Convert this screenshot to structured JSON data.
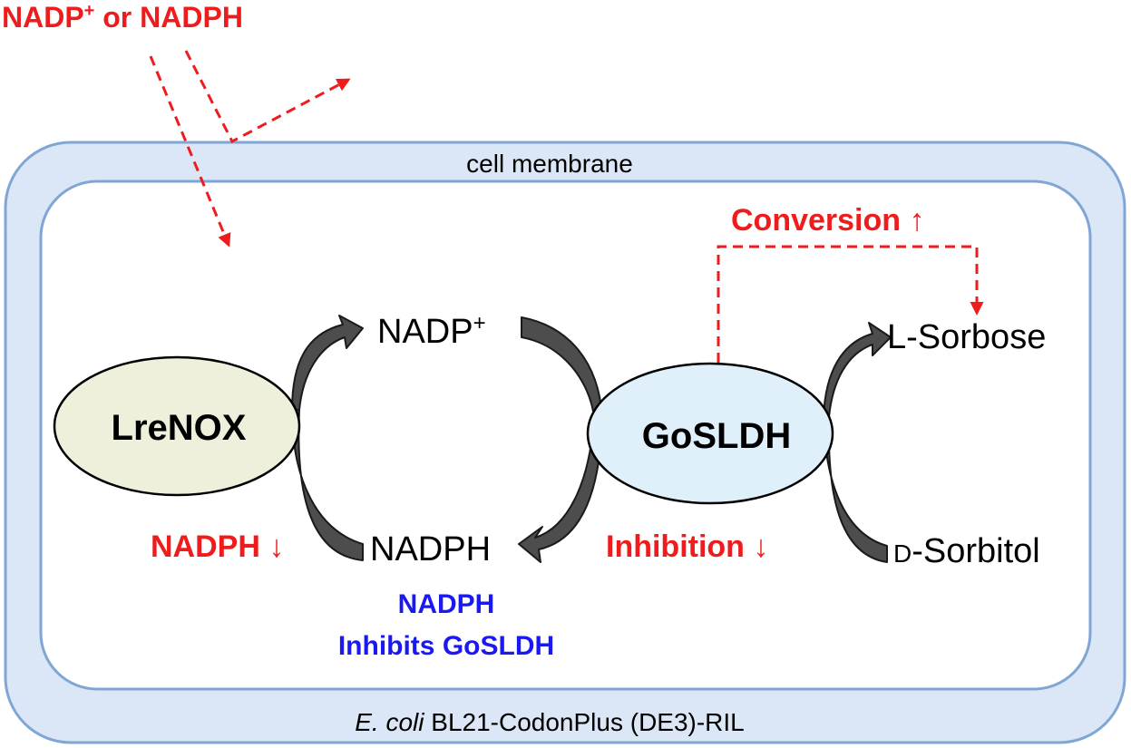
{
  "external_label": {
    "main": "NADP",
    "sup": "+",
    "rest": " or NADPH"
  },
  "membrane_label": "cell membrane",
  "organism_label": {
    "italic": "E. coli",
    "rest": " BL21-CodonPlus (DE3)-RIL"
  },
  "enzymes": {
    "left": "LreNOX",
    "right": "GoSLDH"
  },
  "cofactors": {
    "top": {
      "main": "NADP",
      "sup": "+"
    },
    "bottom": "NADPH"
  },
  "substrates": {
    "product": "L-Sorbose",
    "substrate": {
      "prefix": "D",
      "rest": "-Sorbitol"
    }
  },
  "annotations": {
    "conversion": "Conversion ↑",
    "nadph_down": "NADPH ↓",
    "inhibition_down": "Inhibition ↓",
    "note_line1": "NADPH",
    "note_line2": "Inhibits GoSLDH"
  },
  "colors": {
    "red": "#ee1c1c",
    "blue": "#1a1af0",
    "membrane_fill": "#dbe7f6",
    "membrane_stroke": "#7fa6d4",
    "lrenox_fill": "#eef0dc",
    "goSLDH_fill": "#dff0fa"
  }
}
